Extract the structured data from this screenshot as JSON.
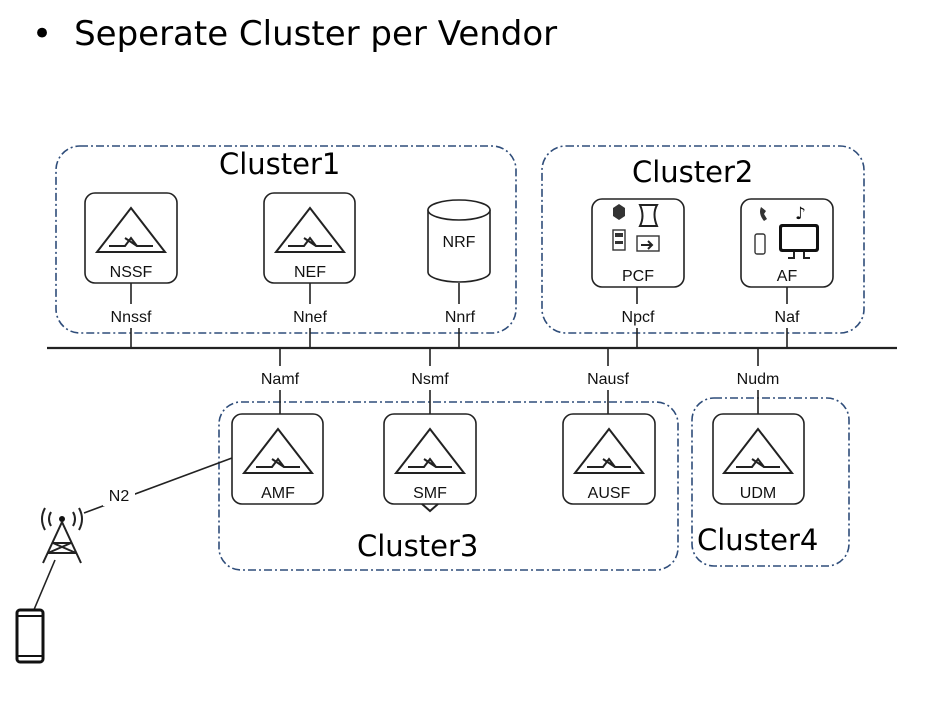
{
  "bullet": {
    "symbol": "•",
    "text": "Seperate Cluster per Vendor"
  },
  "clusters": {
    "c1": "Cluster1",
    "c2": "Cluster2",
    "c3": "Cluster3",
    "c4": "Cluster4"
  },
  "nfs": {
    "nssf": "NSSF",
    "nef": "NEF",
    "nrf": "NRF",
    "pcf": "PCF",
    "af": "AF",
    "amf": "AMF",
    "smf": "SMF",
    "ausf": "AUSF",
    "udm": "UDM"
  },
  "interfaces": {
    "nnssf": "Nnssf",
    "nnef": "Nnef",
    "nnrf": "Nnrf",
    "npcf": "Npcf",
    "naf": "Naf",
    "namf": "Namf",
    "nsmf": "Nsmf",
    "nausf": "Nausf",
    "nudm": "Nudm",
    "n2": "N2"
  },
  "icons": [
    "network-function-icon",
    "database-icon",
    "policy-icon",
    "application-icon",
    "cell-tower-icon",
    "mobile-phone-icon"
  ]
}
